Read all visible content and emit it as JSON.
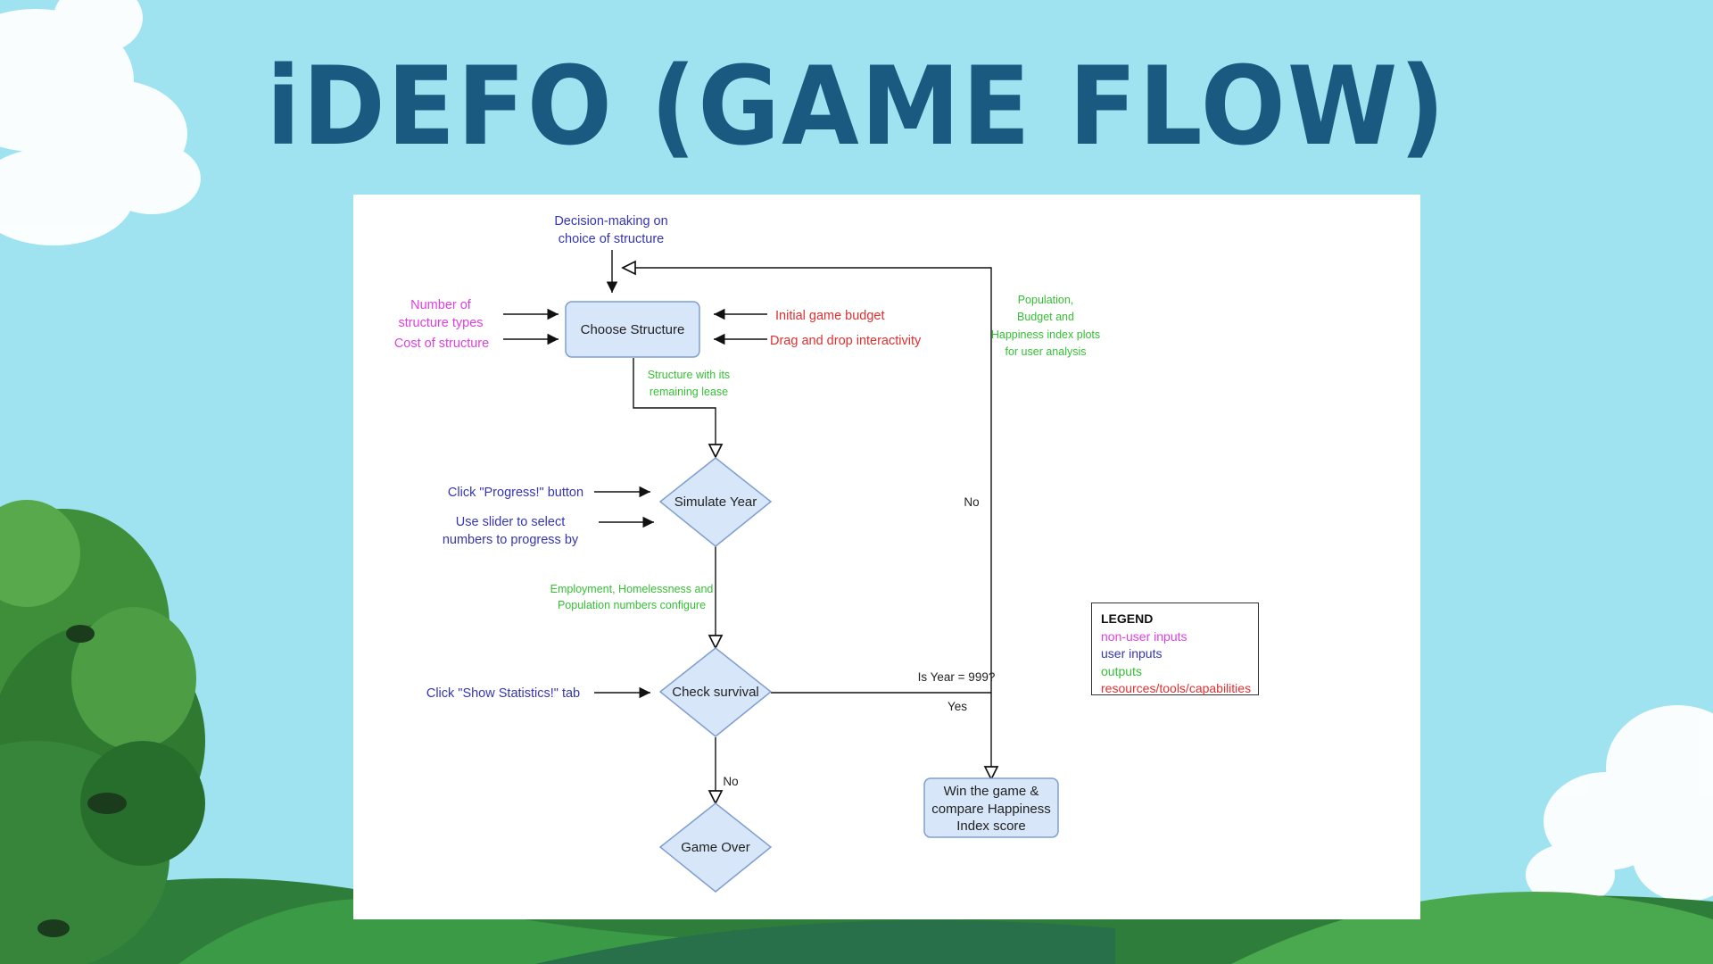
{
  "slide": {
    "title": "iDEFO (GAME FLOW)"
  },
  "colors": {
    "non_user_input": "#e040e0",
    "user_input": "#3535b5",
    "output": "#35c035",
    "resource": "#e03030",
    "node_fill": "#d7e6f8",
    "node_stroke": "#7f9fcf",
    "title": "#1b5a80"
  },
  "nodes": {
    "choose_structure": "Choose Structure",
    "simulate_year": "Simulate Year",
    "check_survival": "Check survival",
    "game_over": "Game Over",
    "win_line1": "Win the game &",
    "win_line2": "compare Happiness",
    "win_line3": "Index score"
  },
  "labels": {
    "decision_line1": "Decision-making on",
    "decision_line2": "choice of structure",
    "num_types_line1": "Number of",
    "num_types_line2": "structure types",
    "cost_structure": "Cost of structure",
    "initial_budget": "Initial game budget",
    "drag_drop": "Drag and drop interactivity",
    "structure_lease_line1": "Structure with its",
    "structure_lease_line2": "remaining lease",
    "click_progress": "Click \"Progress!\" button",
    "slider_line1": "Use slider to select",
    "slider_line2": "numbers to progress by",
    "employment_line1": "Employment, Homelessness and",
    "employment_line2": "Population numbers configure",
    "click_stats": "Click \"Show Statistics!\" tab",
    "plots_line1": "Population,",
    "plots_line2": "Budget and",
    "plots_line3": "Happiness index plots",
    "plots_line4": "for user analysis",
    "no_loop": "No",
    "is_year": "Is Year = 999?",
    "yes": "Yes",
    "no_gameover": "No"
  },
  "legend": {
    "title": "LEGEND",
    "non_user": "non-user inputs",
    "user": "user inputs",
    "outputs": "outputs",
    "resources": "resources/tools/capabilities"
  }
}
